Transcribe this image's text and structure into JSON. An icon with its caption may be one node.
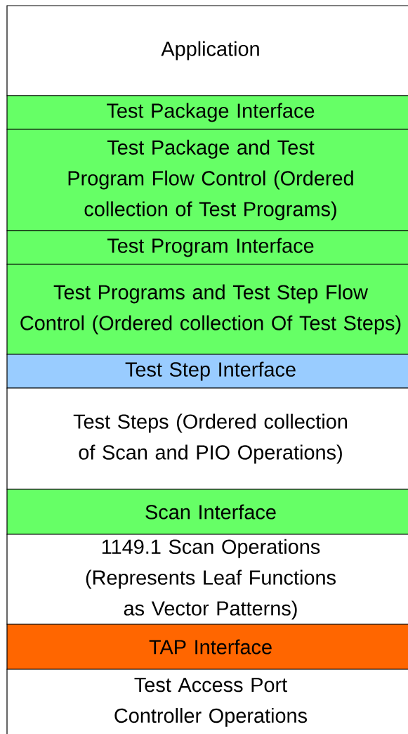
{
  "diagram": {
    "nodes": [
      {
        "text": [
          "Application"
        ]
      },
      {
        "text": [
          "Test Package Interface"
        ]
      },
      {
        "text": [
          "Test Package and Test Program Flow Control (Ordered collection of Test Programs)"
        ]
      },
      {
        "text": [
          "Test Program Interface"
        ]
      },
      {
        "text": [
          "Test Programs and Test Step Flow Control (Ordered collection Of Test Steps)"
        ]
      },
      {
        "text": [
          "Test Step Interface"
        ]
      },
      {
        "text": [
          "Test Steps (Ordered collection of Scan and PIO Operations)"
        ]
      },
      {
        "text": [
          "Scan Interface"
        ]
      },
      {
        "text": [
          "1149.1 Scan Operations (Represents Leaf Functions as Vector Patterns)"
        ]
      },
      {
        "text": [
          "TAP Interface"
        ]
      },
      {
        "text": [
          "Test Access Port Controller Operations"
        ]
      }
    ]
  }
}
